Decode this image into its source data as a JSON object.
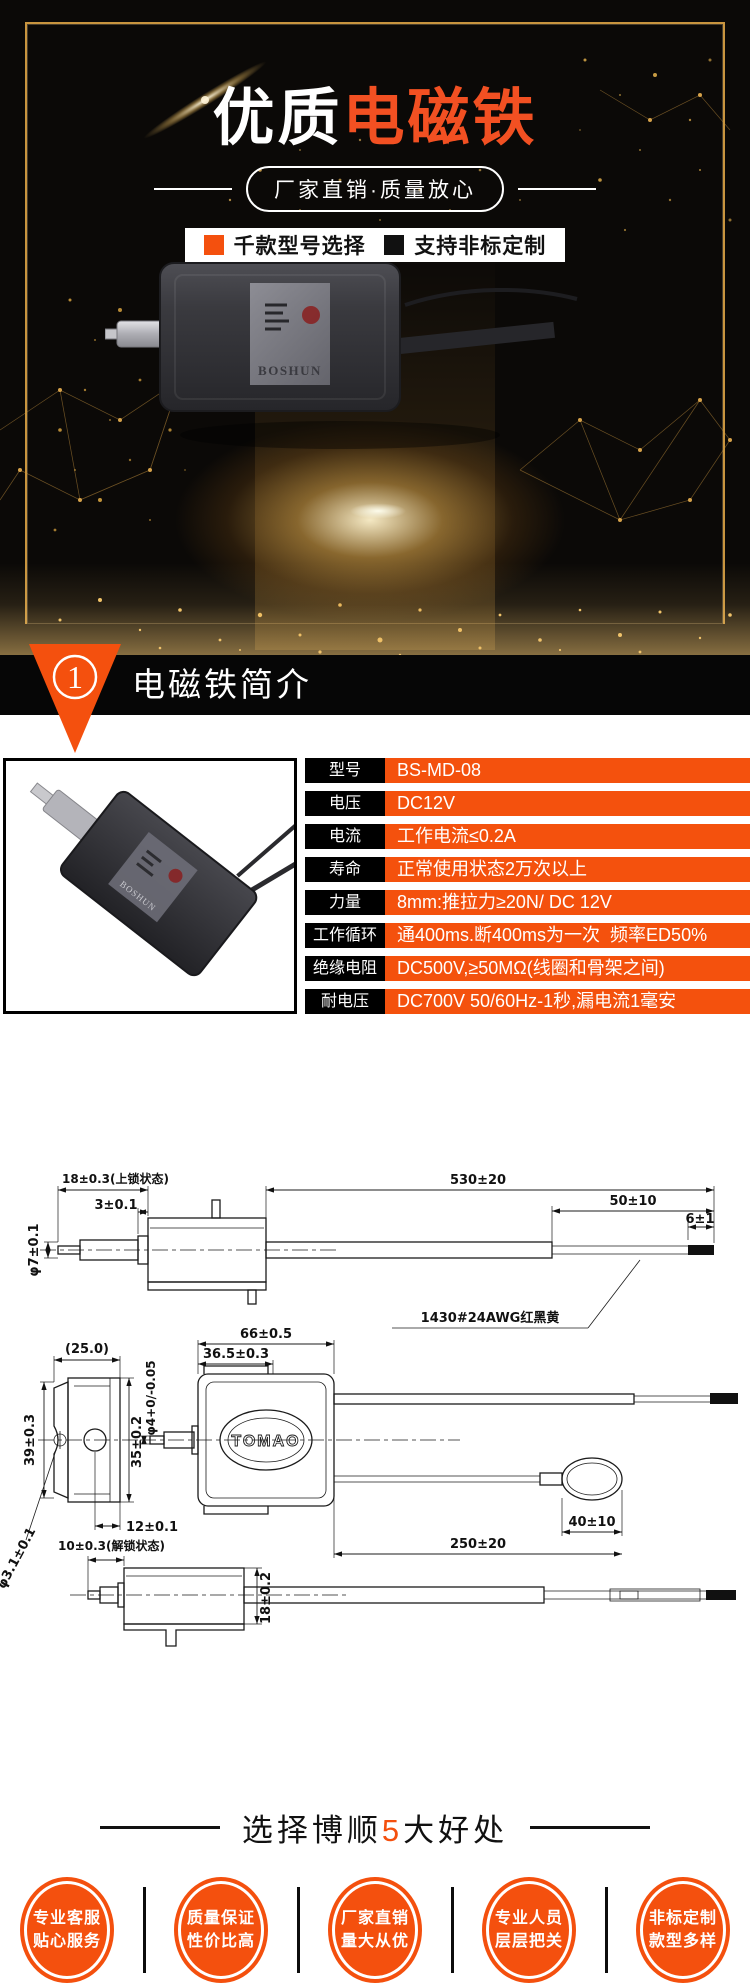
{
  "hero": {
    "title": {
      "white": "优质",
      "orange": "电磁铁"
    },
    "subtitle": "厂家直销·质量放心",
    "features": [
      {
        "label": "千款型号选择"
      },
      {
        "label": "支持非标定制"
      }
    ],
    "product_brand": "BOSHUN"
  },
  "intro_section": {
    "number": "1",
    "title": "电磁铁简介"
  },
  "specs": {
    "rows": [
      {
        "label": "型号",
        "value": "BS-MD-08"
      },
      {
        "label": "电压",
        "value": "DC12V"
      },
      {
        "label": "电流",
        "value": "工作电流≤0.2A"
      },
      {
        "label": "寿命",
        "value": "正常使用状态2万次以上"
      },
      {
        "label": "力量",
        "value": "8mm:推拉力≥20N/ DC 12V"
      },
      {
        "label": "工作循环",
        "value": "通400ms.断400ms为一次  频率ED50%"
      },
      {
        "label": "绝缘电阻",
        "value": "DC500V,≥50MΩ(线圈和骨架之间)"
      },
      {
        "label": "耐电压",
        "value": "DC700V 50/60Hz-1秒,漏电流1毫安"
      }
    ]
  },
  "drawing": {
    "side_view": {
      "plunger_dia": "φ7±0.1",
      "stroke_locked": "18±0.3(上锁状态)",
      "tip_len": "3±0.1",
      "lead_len": "530±20",
      "strip_len": "50±10",
      "tin_len": "6±1",
      "wire_spec": "1430#24AWG红黑黄"
    },
    "end_view": {
      "width": "(25.0)",
      "total_h": "39±0.3",
      "body_h": "35±0.2",
      "hole_off": "12±0.1",
      "hole_dia": "φ3.1±0.1"
    },
    "top_view": {
      "body_len": "66±0.5",
      "front_len": "36.5±0.3",
      "shaft_dia": "φ4+0/-0.05",
      "logo": "TOMAO",
      "loop_wire_len": "250±20",
      "loop_len": "40±10"
    },
    "unlocked_view": {
      "stroke_unlocked": "10±0.3(解锁状态)",
      "body_h": "18±0.2"
    }
  },
  "benefits": {
    "heading": {
      "pre": "选择博顺",
      "highlight": "5",
      "post": "大好处"
    },
    "items": [
      {
        "line1": "专业客服",
        "line2": "贴心服务"
      },
      {
        "line1": "质量保证",
        "line2": "性价比高"
      },
      {
        "line1": "厂家直销",
        "line2": "量大从优"
      },
      {
        "line1": "专业人员",
        "line2": "层层把关"
      },
      {
        "line1": "非标定制",
        "line2": "款型多样"
      }
    ]
  },
  "colors": {
    "accent_orange": "#f4500e",
    "title_orange": "#f25022",
    "table_orange": "#f4510d",
    "gold": "#c9953f",
    "hero_bg": "#0b0907",
    "band_black": "#060606"
  }
}
